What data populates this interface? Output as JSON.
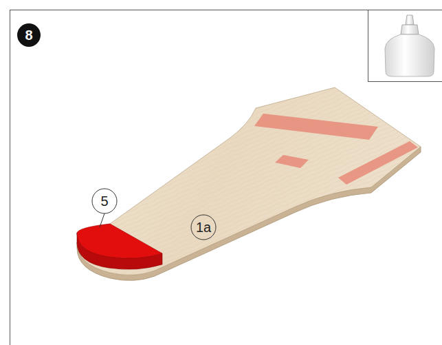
{
  "diagram": {
    "labels": [
      "8",
      "5",
      "1a"
    ]
  }
}
